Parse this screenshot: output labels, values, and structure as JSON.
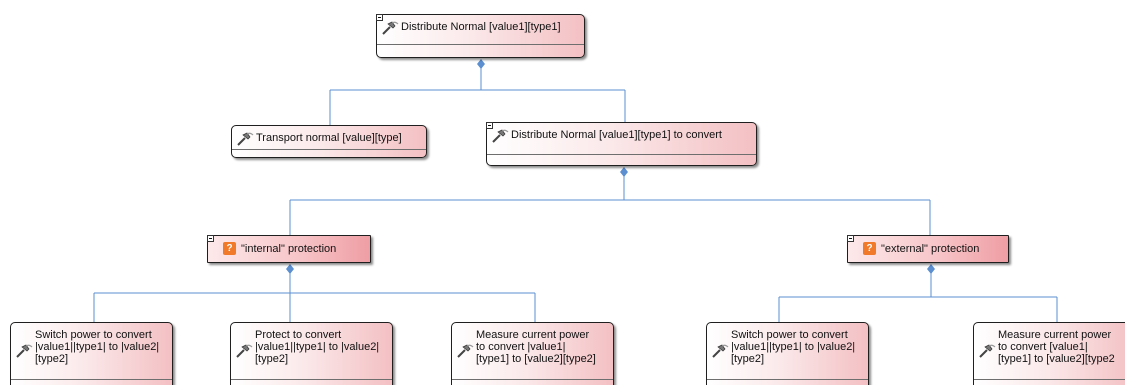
{
  "diagram": {
    "colors": {
      "connector": "#5b8fd0",
      "badge": "#f07a2a",
      "node_gradient_end": "#f3c0c3"
    },
    "nodes": {
      "root": {
        "label": "Distribute Normal [value1][type1]",
        "icon": "hammer-icon"
      },
      "transport": {
        "label": "Transport normal [value][type]",
        "icon": "hammer-icon"
      },
      "distribute_convert": {
        "label": "Distribute Normal [value1][type1] to convert",
        "icon": "hammer-icon"
      },
      "internal": {
        "label": "\"internal\" protection",
        "icon": "question-icon",
        "badge": "?"
      },
      "external": {
        "label": "\"external\" protection",
        "icon": "question-icon",
        "badge": "?"
      },
      "switch_internal": {
        "label": "Switch power to convert\n|value1||type1| to |value2|\n[type2]",
        "icon": "hammer-icon"
      },
      "protect_internal": {
        "label": "Protect to convert\n|value1||type1| to |value2|\n[type2]",
        "icon": "hammer-icon"
      },
      "measure_internal": {
        "label": "Measure current power\nto convert |value1|\n[type1] to [value2][type2]",
        "icon": "hammer-icon"
      },
      "switch_external": {
        "label": "Switch power to convert\n|value1||type1| to |value2|\n[type2]",
        "icon": "hammer-icon"
      },
      "measure_external": {
        "label": "Measure current power\nto convert [value1|\n[type1] to [value2][type2",
        "icon": "hammer-icon"
      }
    }
  }
}
